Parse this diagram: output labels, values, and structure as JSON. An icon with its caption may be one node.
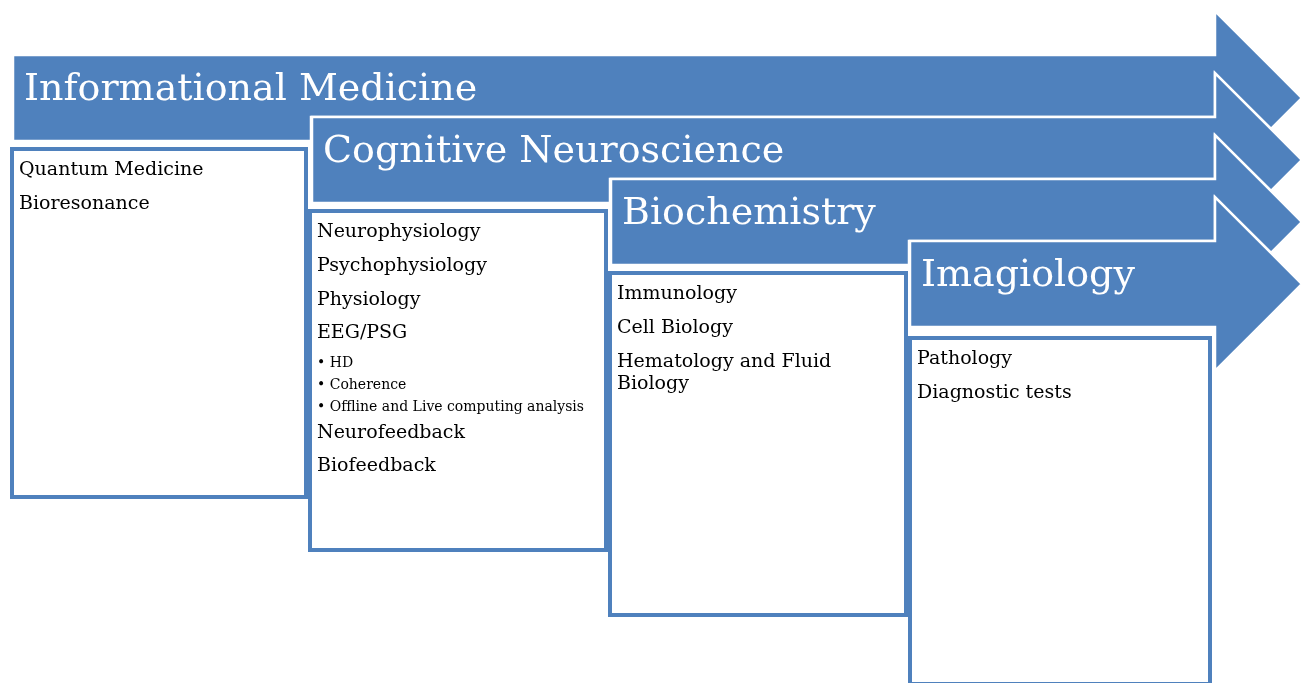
{
  "diagram": {
    "nodes": [
      {
        "text": [
          "Informational Medicine"
        ]
      },
      {
        "text": [
          "Quantum Medicine",
          "Bioresonance"
        ]
      },
      {
        "text": [
          "Cognitive Neuroscience"
        ]
      },
      {
        "text": [
          "Neurophysiology",
          "Psychophysiology",
          "Physiology",
          "EEG/PSG",
          "• HD",
          "• Coherence",
          "• Offline and Live computing analysis",
          "Neurofeedback",
          "Biofeedback"
        ]
      },
      {
        "text": [
          "Biochemistry"
        ]
      },
      {
        "text": [
          "Immunology",
          "Cell Biology",
          "Hematology and Fluid Biology"
        ]
      },
      {
        "text": [
          "Imagiology"
        ]
      },
      {
        "text": [
          "Pathology",
          "Diagnostic tests"
        ]
      }
    ]
  }
}
